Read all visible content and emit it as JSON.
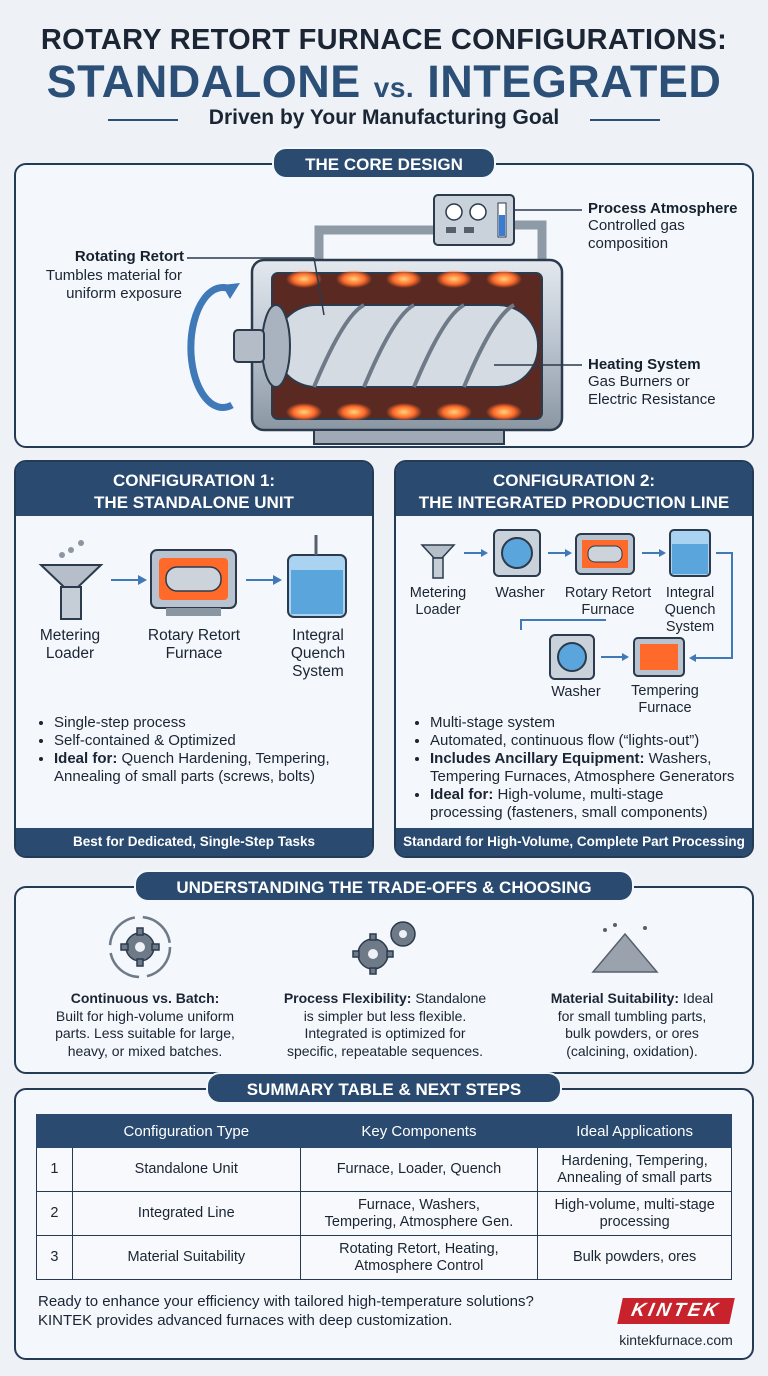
{
  "header": {
    "title_line1": "ROTARY RETORT FURNACE CONFIGURATIONS:",
    "title_left": "STANDALONE",
    "title_vs": "vs.",
    "title_right": "INTEGRATED",
    "subtitle": "Driven by Your Manufacturing Goal"
  },
  "core": {
    "heading": "THE CORE DESIGN",
    "retort_title": "Rotating Retort",
    "retort_desc_1": "Tumbles material for",
    "retort_desc_2": "uniform exposure",
    "atmo_title": "Process Atmosphere",
    "atmo_desc_1": "Controlled gas",
    "atmo_desc_2": "composition",
    "heat_title": "Heating System",
    "heat_desc_1": "Gas Burners or",
    "heat_desc_2": "Electric Resistance"
  },
  "config1": {
    "head_1": "CONFIGURATION 1:",
    "head_2": "THE STANDALONE UNIT",
    "step1_a": "Metering",
    "step1_b": "Loader",
    "step2_a": "Rotary Retort",
    "step2_b": "Furnace",
    "step3_a": "Integral",
    "step3_b": "Quench",
    "step3_c": "System",
    "b1": "Single-step process",
    "b2": "Self-contained & Optimized",
    "b3_bold": "Ideal for:",
    "b3_rest": " Quench Hardening, Tempering,",
    "b3_line2": "Annealing of small parts (screws, bolts)",
    "footer": "Best for Dedicated, Single-Step Tasks"
  },
  "config2": {
    "head_1": "CONFIGURATION 2:",
    "head_2": "THE INTEGRATED PRODUCTION LINE",
    "s1_a": "Metering",
    "s1_b": "Loader",
    "s2": "Washer",
    "s3_a": "Rotary Retort",
    "s3_b": "Furnace",
    "s4_a": "Integral",
    "s4_b": "Quench",
    "s4_c": "System",
    "s5": "Washer",
    "s6_a": "Tempering",
    "s6_b": "Furnace",
    "b1": "Multi-stage system",
    "b2": "Automated, continuous flow (“lights-out”)",
    "b3_bold": "Includes Ancillary Equipment:",
    "b3_rest": " Washers,",
    "b3_line2": "Tempering Furnaces, Atmosphere Generators",
    "b4_bold": "Ideal for:",
    "b4_rest": " High-volume, multi-stage",
    "b4_line2": "processing (fasteners, small components)",
    "footer": "Standard for High-Volume, Complete Part Processing"
  },
  "tradeoffs": {
    "heading": "UNDERSTANDING THE TRADE-OFFS & CHOOSING",
    "t1_bold": "Continuous vs. Batch:",
    "t1_l2": "Built for high-volume uniform",
    "t1_l3": "parts. Less suitable for large,",
    "t1_l4": "heavy, or mixed batches.",
    "t2_bold": "Process Flexibility:",
    "t2_rest": " Standalone",
    "t2_l2": "is simpler but less flexible.",
    "t2_l3": "Integrated is optimized for",
    "t2_l4": "specific, repeatable sequences.",
    "t3_bold": "Material Suitability:",
    "t3_rest": " Ideal",
    "t3_l2": "for small tumbling parts,",
    "t3_l3": "bulk powders, or ores",
    "t3_l4": "(calcining, oxidation)."
  },
  "summary": {
    "heading": "SUMMARY TABLE & NEXT STEPS",
    "col_type": "Configuration Type",
    "col_components": "Key Components",
    "col_apps": "Ideal Applications",
    "rows": [
      {
        "num": "1",
        "type": "Standalone Unit",
        "comp_1": "Furnace, Loader, Quench",
        "comp_2": "",
        "app_1": "Hardening, Tempering,",
        "app_2": "Annealing of small parts"
      },
      {
        "num": "2",
        "type": "Integrated Line",
        "comp_1": "Furnace, Washers,",
        "comp_2": "Tempering, Atmosphere Gen.",
        "app_1": "High-volume, multi-stage",
        "app_2": "processing"
      },
      {
        "num": "3",
        "type": "Material Suitability",
        "comp_1": "Rotating Retort, Heating,",
        "comp_2": "Atmosphere Control",
        "app_1": "Bulk powders, ores",
        "app_2": ""
      }
    ],
    "cta_1": "Ready to enhance your efficiency with tailored high-temperature solutions?",
    "cta_2": "KINTEK provides advanced furnaces with deep customization.",
    "brand": "KINTEK",
    "url": "kintekfurnace.com"
  },
  "colors": {
    "navy": "#2a4a70",
    "heading_text": "#2c4f77",
    "glow": "#ff6a2a",
    "brand_red": "#c8232c"
  }
}
